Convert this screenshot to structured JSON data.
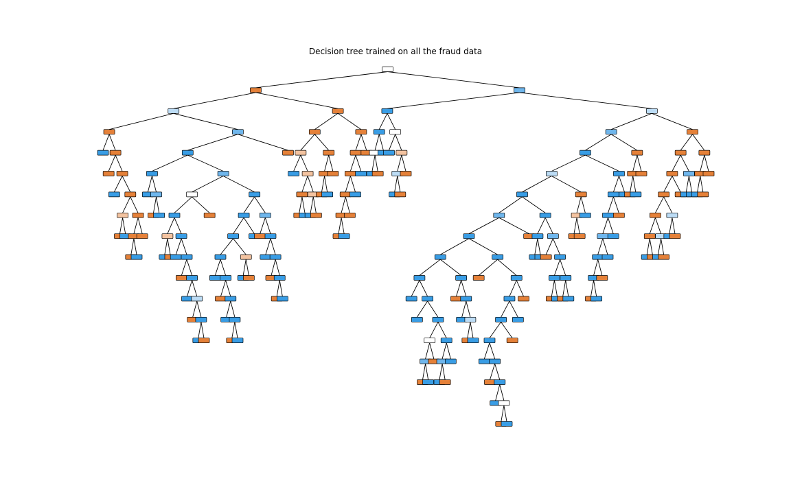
{
  "title": "Decision tree trained on all the fraud data",
  "colors": {
    "orange": "#e58139",
    "light_orange": "#f3c3a0",
    "blue": "#399de5",
    "mid_blue": "#6fb6ec",
    "light_blue": "#bcdcf5",
    "white": "#ffffff"
  },
  "tree": [
    "w",
    [
      "o",
      [
        "lb",
        [
          "o",
          [
            "b"
          ],
          [
            "o",
            [
              "o"
            ],
            [
              "o",
              [
                "b"
              ],
              [
                "o",
                [
                  "lo",
                  [
                    "o"
                  ],
                  [
                    "b"
                  ]
                ],
                [
                  "o",
                  [
                    "o",
                    [
                      "o"
                    ],
                    [
                      "b"
                    ]
                  ],
                  [
                    "o"
                  ]
                ]
              ]
            ]
          ]
        ],
        [
          "mb",
          [
            "b",
            [
              "b",
              [
                "b"
              ],
              [
                "mb",
                [
                  "o"
                ],
                [
                  "b"
                ]
              ]
            ],
            [
              "mb",
              [
                "w",
                [
                  "b",
                  [
                    "lo",
                    [
                      "b"
                    ],
                    [
                      "o"
                    ]
                  ],
                  [
                    "b",
                    [
                      "b"
                    ],
                    [
                      "b",
                      [
                        "o"
                      ],
                      [
                        "b",
                        [
                          "b"
                        ],
                        [
                          "lb",
                          [
                            "o"
                          ],
                          [
                            "b",
                            [
                              "b"
                            ],
                            [
                              "o"
                            ]
                          ]
                        ]
                      ]
                    ]
                  ]
                ],
                [
                  "o"
                ]
              ],
              [
                "b",
                [
                  "b",
                  [
                    "b",
                    [
                      "b",
                      [
                        "b"
                      ],
                      [
                        "b",
                        [
                          "o"
                        ],
                        [
                          "b",
                          [
                            "b"
                          ],
                          [
                            "b",
                            [
                              "o"
                            ],
                            [
                              "b"
                            ]
                          ]
                        ]
                      ]
                    ],
                    [
                      "lo",
                      [
                        "b"
                      ],
                      [
                        "o"
                      ]
                    ]
                  ],
                  [
                    "b"
                  ]
                ],
                [
                  "mb",
                  [
                    "o"
                  ],
                  [
                    "b",
                    [
                      "b"
                    ],
                    [
                      "b",
                      [
                        "o"
                      ],
                      [
                        "b",
                        [
                          "o"
                        ],
                        [
                          "b"
                        ]
                      ]
                    ]
                  ]
                ]
              ]
            ]
          ],
          [
            "o"
          ]
        ]
      ],
      [
        "o",
        [
          "o",
          [
            "lo",
            [
              "b"
            ],
            [
              "lo",
              [
                "o",
                [
                  "o"
                ],
                [
                  "b"
                ]
              ],
              [
                "lo",
                [
                  "b"
                ],
                [
                  "o"
                ]
              ]
            ]
          ],
          [
            "o",
            [
              "o",
              [
                "o"
              ],
              [
                "b"
              ]
            ],
            [
              "o"
            ]
          ]
        ],
        [
          "o",
          [
            "o",
            [
              "o",
              [
                "o",
                [
                  "o",
                  [
                    "o"
                  ],
                  [
                    "b"
                  ]
                ],
                [
                  "o"
                ]
              ],
              [
                "b"
              ]
            ],
            [
              "b"
            ]
          ],
          [
            "o"
          ]
        ]
      ]
    ],
    [
      "mb",
      [
        "b",
        [
          "b",
          [
            "w",
            [
              "b"
            ],
            [
              "o"
            ]
          ],
          [
            "b"
          ]
        ],
        [
          "w",
          [
            "b"
          ],
          [
            "lo",
            [
              "lb",
              [
                "b"
              ],
              [
                "o"
              ]
            ],
            [
              "o"
            ]
          ]
        ]
      ],
      [
        "lb",
        [
          "mb",
          [
            "b",
            [
              "lb",
              [
                "b",
                [
                  "mb",
                  [
                    "b",
                    [
                      "b",
                      [
                        "b",
                        [
                          "b"
                        ],
                        [
                          "b",
                          [
                            "b"
                          ],
                          [
                            "b",
                            [
                              "w",
                              [
                                "mb",
                                [
                                  "o"
                                ],
                                [
                                  "b"
                                ]
                              ],
                              [
                                "o"
                              ]
                            ],
                            [
                              "b",
                              [
                                "mb",
                                [
                                  "b"
                                ],
                                [
                                  "o"
                                ]
                              ],
                              [
                                "b"
                              ]
                            ]
                          ]
                        ]
                      ],
                      [
                        "b",
                        [
                          "o"
                        ],
                        [
                          "b",
                          [
                            "b"
                          ],
                          [
                            "lb",
                            [
                              "o"
                            ],
                            [
                              "b"
                            ]
                          ]
                        ]
                      ]
                    ],
                    [
                      "b",
                      [
                        "o"
                      ],
                      [
                        "b",
                        [
                          "b",
                          [
                            "b",
                            [
                              "b",
                              [
                                "b"
                              ],
                              [
                                "b",
                                [
                                  "o"
                                ],
                                [
                                  "b",
                                  [
                                    "b"
                                  ],
                                  [
                                    "w",
                                    [
                                      "o"
                                    ],
                                    [
                                      "b"
                                    ]
                                  ]
                                ]
                              ]
                            ],
                            [
                              "o"
                            ]
                          ],
                          [
                            "b"
                          ]
                        ],
                        [
                          "o"
                        ]
                      ]
                    ]
                  ],
                  [
                    "o"
                  ]
                ],
                [
                  "b",
                  [
                    "b",
                    [
                      "b"
                    ],
                    [
                      "b"
                    ]
                  ],
                  [
                    "mb",
                    [
                      "o"
                    ],
                    [
                      "b",
                      [
                        "b",
                        [
                          "o"
                        ],
                        [
                          "b"
                        ]
                      ],
                      [
                        "b",
                        [
                          "o"
                        ],
                        [
                          "b"
                        ]
                      ]
                    ]
                  ]
                ]
              ],
              [
                "o",
                [
                  "lo",
                  [
                    "o"
                  ],
                  [
                    "o"
                  ]
                ],
                [
                  "b"
                ]
              ]
            ],
            [
              "b",
              [
                "b",
                [
                  "b",
                  [
                    "mb",
                    [
                      "b",
                      [
                        "b",
                        [
                          "o"
                        ],
                        [
                          "b"
                        ]
                      ],
                      [
                        "o"
                      ]
                    ],
                    [
                      "b"
                    ]
                  ],
                  [
                    "b"
                  ]
                ],
                [
                  "o"
                ]
              ],
              [
                "b"
              ]
            ]
          ],
          [
            "o",
            [
              "o",
              [
                "o"
              ],
              [
                "b"
              ]
            ],
            [
              "o"
            ]
          ]
        ],
        [
          "o",
          [
            "o",
            [
              "o",
              [
                "o",
                [
                  "o",
                  [
                    "o",
                    [
                      "b"
                    ],
                    [
                      "o"
                    ]
                  ],
                  [
                    "lb",
                    [
                      "b"
                    ],
                    [
                      "o"
                    ]
                  ]
                ],
                [
                  "lb",
                  [
                    "b"
                  ],
                  [
                    "o"
                  ]
                ]
              ],
              [
                "o"
              ]
            ],
            [
              "mb",
              [
                "b"
              ],
              [
                "b"
              ]
            ]
          ],
          [
            "o",
            [
              "o",
              [
                "b"
              ],
              [
                "o"
              ]
            ],
            [
              "o"
            ]
          ]
        ]
      ]
    ]
  ]
}
